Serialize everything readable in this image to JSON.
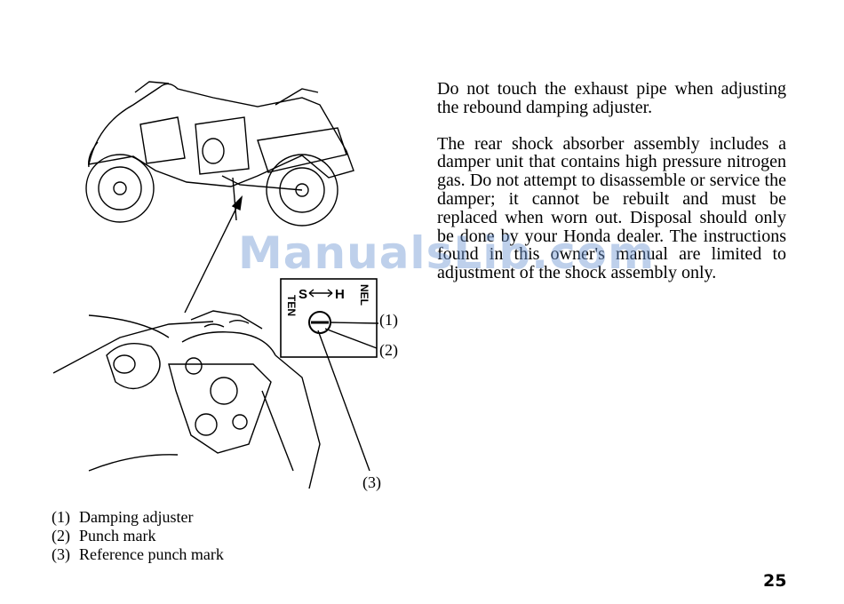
{
  "paragraphs": [
    "Do not touch the exhaust pipe when adjusting the rebound damping adjuster.",
    "The rear shock absorber assembly includes a damper unit that contains high pressure nitrogen gas. Do not attempt to disassemble or service the damper; it cannot be rebuilt and must be replaced when worn out. Disposal should only be done by your Honda dealer. The instructions found in this owner's manual are limited to adjustment of the shock assembly only."
  ],
  "figure": {
    "callouts": [
      "(1)",
      "(2)",
      "(3)"
    ],
    "inset_labels": {
      "left": "TEN",
      "top": "S",
      "right": "H",
      "far_right": "NEL"
    }
  },
  "legend": [
    {
      "num": "(1)",
      "label": "Damping adjuster"
    },
    {
      "num": "(2)",
      "label": "Punch mark"
    },
    {
      "num": "(3)",
      "label": "Reference punch mark"
    }
  ],
  "watermark": "ManualsLib.com",
  "page_number": "25"
}
